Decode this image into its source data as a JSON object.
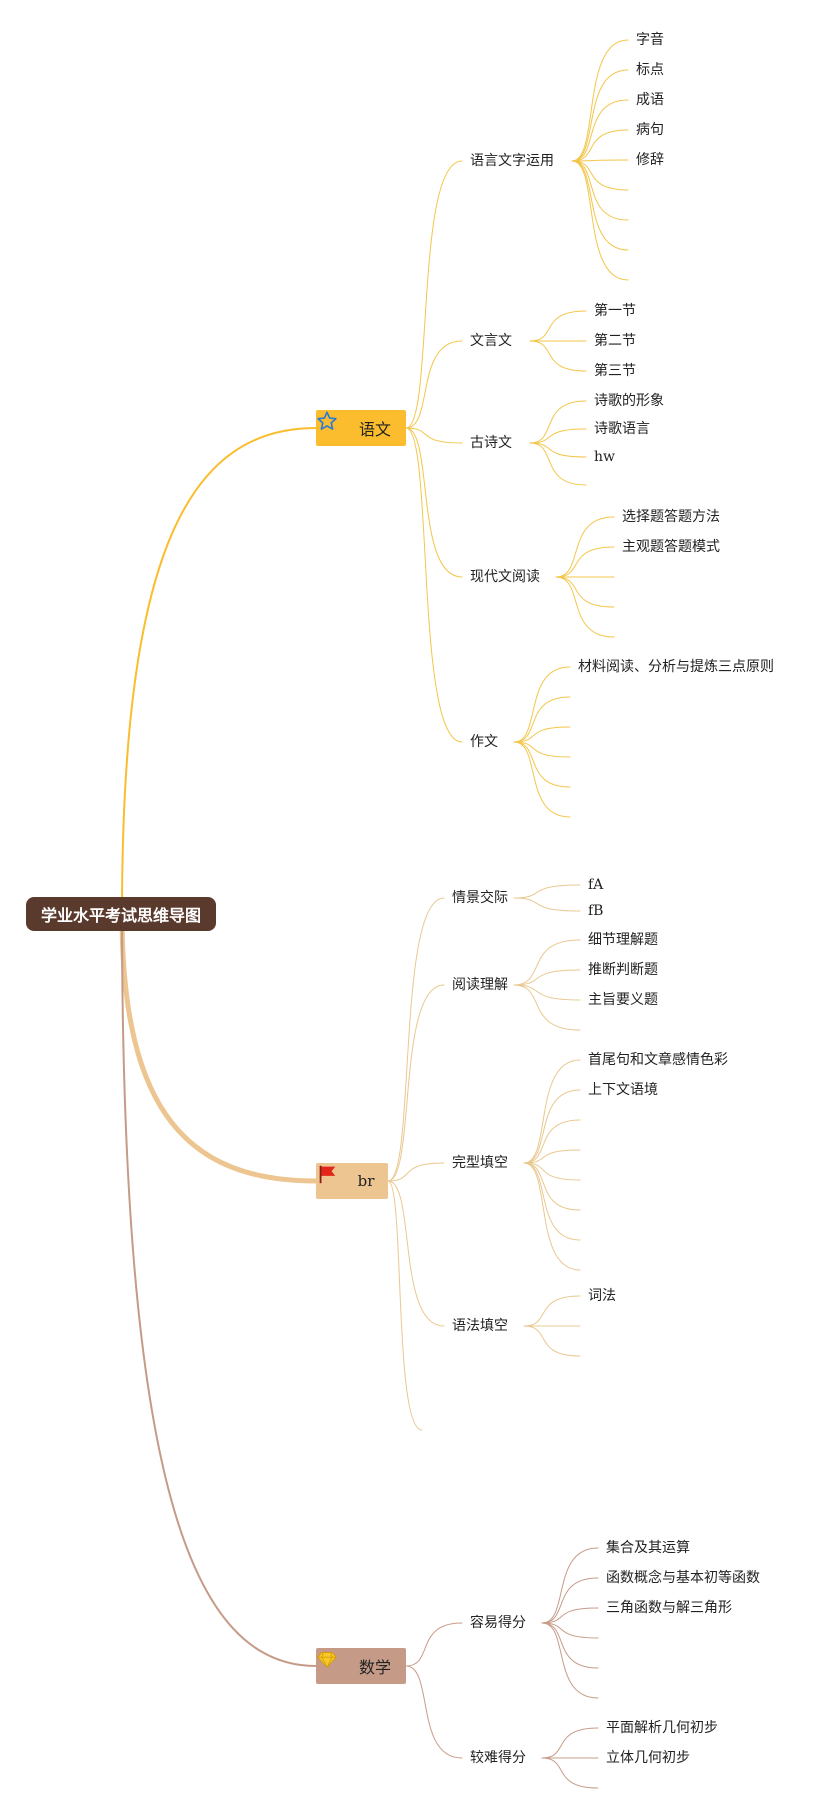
{
  "root": {
    "label": "学业水平考试思维导图"
  },
  "branches": [
    {
      "label": "语文",
      "icon": "star-icon",
      "color": "#fbbd2d",
      "text_color": "#222222",
      "line_color": "#f3c64a",
      "topics": [
        {
          "label": "语言文字运用",
          "children": [
            "字音",
            "标点",
            "成语",
            "病句",
            "修辞",
            "",
            "",
            "",
            ""
          ]
        },
        {
          "label": "文言文",
          "children": [
            "第一节",
            "第二节",
            "第三节"
          ]
        },
        {
          "label": "古诗文",
          "children": [
            "诗歌的形象",
            "诗歌语言",
            "hw",
            ""
          ]
        },
        {
          "label": "现代文阅读",
          "children": [
            "选择题答题方法",
            "主观题答题模式",
            "",
            "",
            ""
          ]
        },
        {
          "label": "作文",
          "children": [
            "材料阅读、分析与提炼三点原则",
            "",
            "",
            "",
            "",
            ""
          ]
        }
      ]
    },
    {
      "label": "br",
      "icon": "red-flag-icon",
      "color": "#ecc590",
      "text_color": "#222222",
      "line_color": "#e9c890",
      "topics": [
        {
          "label": "情景交际",
          "children": [
            "fA",
            "fB"
          ]
        },
        {
          "label": "阅读理解",
          "children": [
            "细节理解题",
            "推断判断题",
            "主旨要义题",
            ""
          ]
        },
        {
          "label": "完型填空",
          "children": [
            "首尾句和文章感情色彩",
            "上下文语境",
            "",
            "",
            "",
            "",
            "",
            ""
          ]
        },
        {
          "label": "语法填空",
          "children": [
            "词法",
            "",
            ""
          ]
        },
        {
          "label": "",
          "children": []
        }
      ]
    },
    {
      "label": "数学",
      "icon": "diamond-icon",
      "color": "#c59b88",
      "text_color": "#222222",
      "line_color": "#c69c88",
      "topics": [
        {
          "label": "容易得分",
          "children": [
            "集合及其运算",
            "函数概念与基本初等函数",
            "三角函数与解三角形",
            "",
            "",
            ""
          ]
        },
        {
          "label": "较难得分",
          "children": [
            "平面解析几何初步",
            "立体几何初步",
            ""
          ]
        }
      ]
    }
  ]
}
